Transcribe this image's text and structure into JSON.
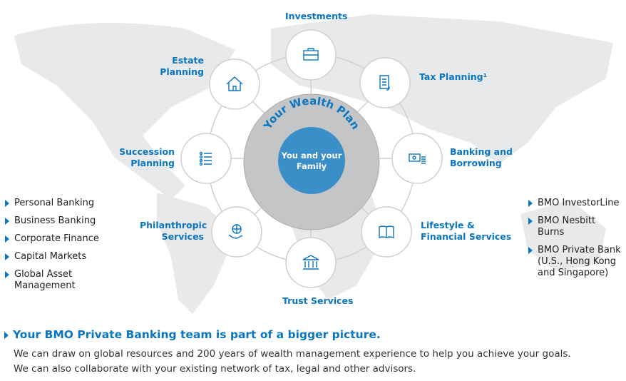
{
  "center": {
    "arc_title": "Your Wealth Plan",
    "inner_label_line1": "You and your",
    "inner_label_line2": "Family"
  },
  "services": [
    {
      "label": "Investments",
      "icon": "briefcase-icon"
    },
    {
      "label": "Tax Planning¹",
      "icon": "document-icon"
    },
    {
      "label": "Banking and Borrowing",
      "icon": "money-icon"
    },
    {
      "label": "Lifestyle & Financial Services",
      "icon": "book-icon"
    },
    {
      "label": "Trust Services",
      "icon": "bank-building-icon"
    },
    {
      "label": "Philanthropic Services",
      "icon": "globe-hand-icon"
    },
    {
      "label": "Succession Planning",
      "icon": "list-icon"
    },
    {
      "label": "Estate Planning",
      "icon": "house-icon"
    }
  ],
  "left_list": [
    "Personal Banking",
    "Business Banking",
    "Corporate Finance",
    "Capital Markets",
    "Global Asset Management"
  ],
  "right_list": [
    "BMO InvestorLine",
    "BMO Nesbitt Burns",
    "BMO Private Bank (U.S., Hong Kong and Singapore)"
  ],
  "headline": "Your BMO Private Banking team is part of a bigger picture.",
  "body_line1": "We can draw on global resources and 200 years of wealth management experience to help you achieve your goals.",
  "body_line2": "We can also collaborate with your existing network of tax, legal and other advisors.",
  "colors": {
    "accent": "#0a76c1",
    "inner": "#3a8fc8",
    "ring": "#c4c5c7",
    "map": "#e6e7e8"
  }
}
